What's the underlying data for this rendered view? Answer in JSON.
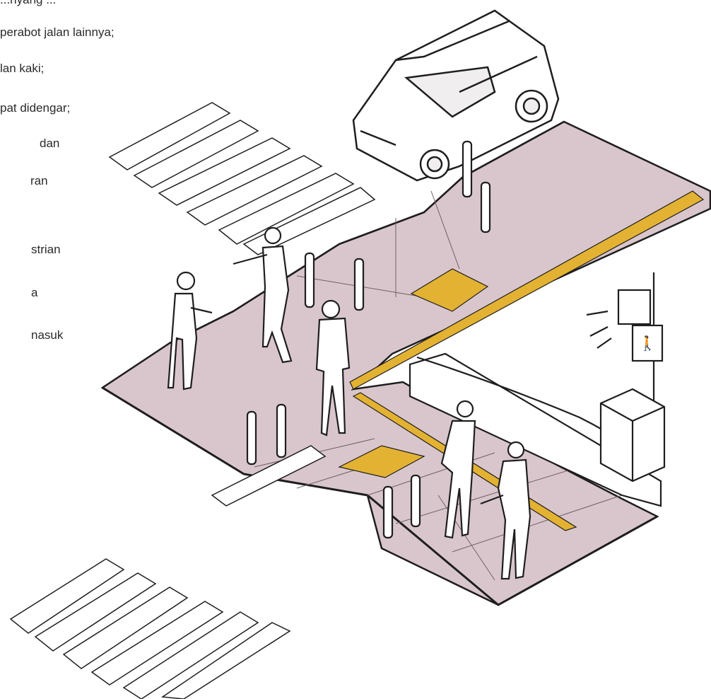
{
  "text_lines": [
    "...nyang ...",
    "perabot jalan lainnya;",
    "lan kaki;",
    "pat didengar;",
    "dan",
    "ran",
    "strian",
    "a",
    "nasuk"
  ],
  "colors": {
    "sidewalk": "#d9c6cc",
    "tactile": "#e3b233",
    "ink": "#1e1e1e",
    "paper": "#ffffff"
  }
}
